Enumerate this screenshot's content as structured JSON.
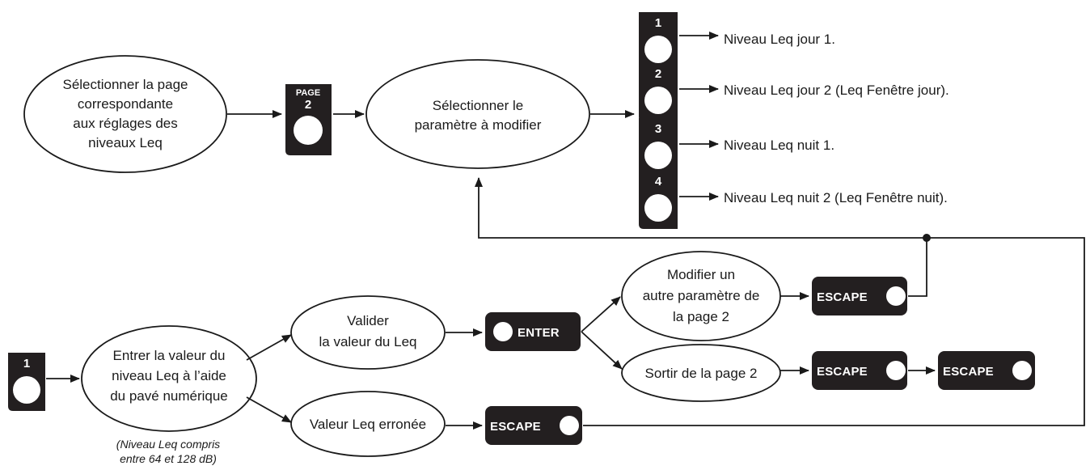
{
  "diagram": {
    "nodes": {
      "select_page": [
        "Sélectionner la page",
        "correspondante",
        "aux réglages des",
        "niveaux Leq"
      ],
      "select_param": [
        "Sélectionner le",
        "paramètre à modifier"
      ],
      "enter_value": [
        "Entrer la valeur du",
        "niveau Leq à l’aide",
        "du pavé numérique"
      ],
      "validate": [
        "Valider",
        "la valeur du Leq"
      ],
      "wrong_value": [
        "Valeur Leq erronée"
      ],
      "modify_other": [
        "Modifier un",
        "autre paramètre de",
        "la page 2"
      ],
      "exit_page": [
        "Sortir de la page 2"
      ]
    },
    "keys": {
      "page_word": "PAGE",
      "page_num": "2",
      "k1": "1",
      "k2": "2",
      "k3": "3",
      "k4": "4",
      "enter": "ENTER",
      "escape": "ESCAPE"
    },
    "params": [
      "Niveau Leq jour 1.",
      "Niveau Leq jour 2 (Leq Fenêtre jour).",
      "Niveau Leq nuit 1.",
      "Niveau Leq nuit 2 (Leq Fenêtre nuit)."
    ],
    "note": [
      "(Niveau Leq compris",
      "entre 64 et 128 dB)"
    ]
  }
}
